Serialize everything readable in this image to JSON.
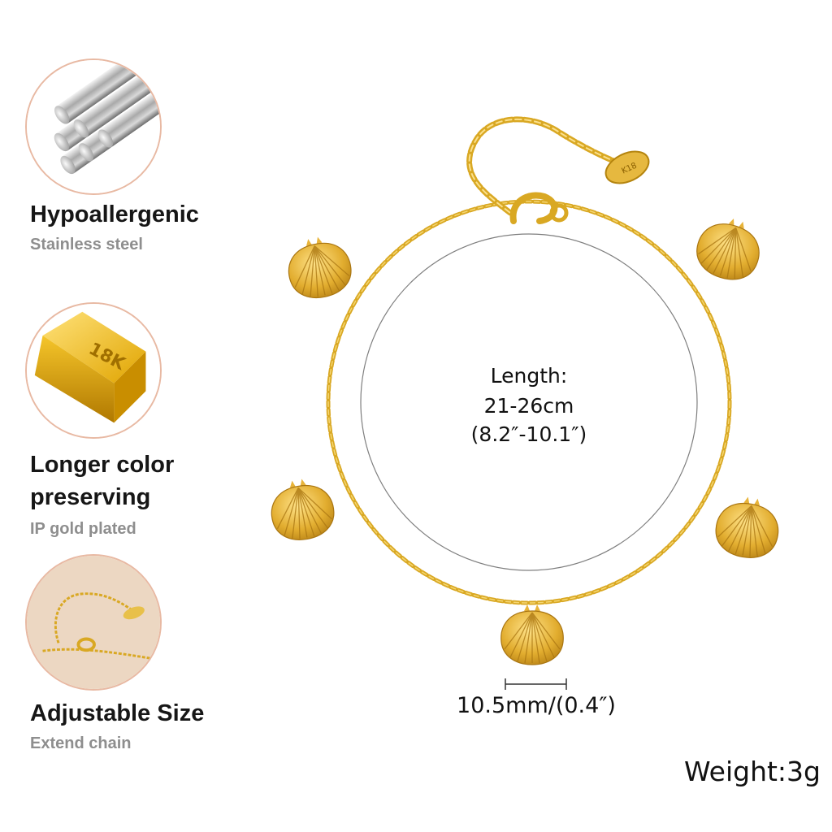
{
  "features": [
    {
      "title": "Hypoallergenic",
      "subtitle": "Stainless steel",
      "icon": "steel-rods-icon"
    },
    {
      "title_line1": "Longer color",
      "title_line2": "preserving",
      "subtitle": "IP gold plated",
      "icon": "gold-bar-icon",
      "bar_label": "18K"
    },
    {
      "title": "Adjustable Size",
      "subtitle": "Extend chain",
      "icon": "extension-chain-icon"
    }
  ],
  "product": {
    "length_label": "Length:",
    "length_cm": "21-26cm",
    "length_in": "(8.2″-10.1″)",
    "charm_size": "10.5mm/(0.4″)",
    "weight": "Weight:3g",
    "tag_text": "K18"
  },
  "colors": {
    "gold": "#d9a823",
    "gold_light": "#f3d36b",
    "circle_border": "#e8b9a3",
    "subtitle_gray": "#8e8e8e"
  }
}
